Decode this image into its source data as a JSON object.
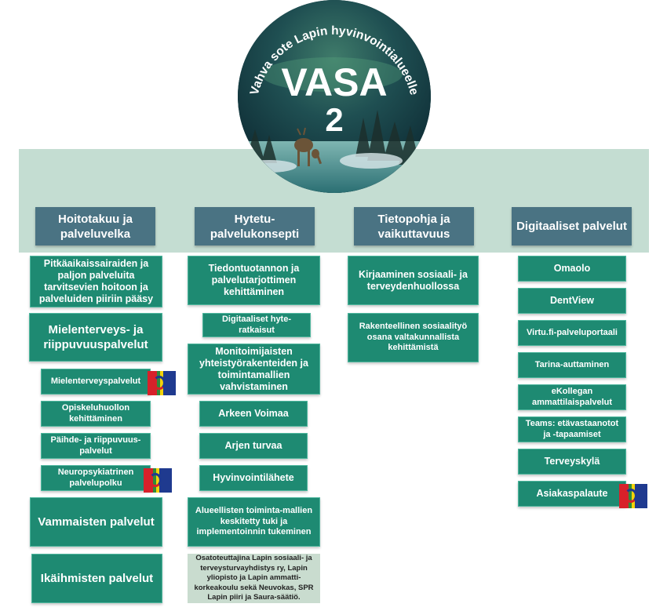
{
  "logo": {
    "arc_text": "Vahva sote Lapin hyvinvointialueelle",
    "title": "VASA",
    "number": "2"
  },
  "columns": [
    {
      "header": "Hoitotakuu ja palveluvelka",
      "items": [
        "Pitkäaikaissairaiden ja paljon palveluita tarvitsevien hoitoon ja palveluiden piiriin pääsy",
        "Mielenterveys- ja riippuvuuspalvelut",
        "Mielenterveyspalvelut",
        "Opiskeluhuollon kehittäminen",
        "Päihde- ja riippuvuus-palvelut",
        "Neuropsykiatrinen palvelupolku",
        "Vammaisten palvelut",
        "Ikäihmisten palvelut"
      ]
    },
    {
      "header": "Hytetu-palvelukonsepti",
      "items": [
        "Tiedontuotannon ja palvelutarjottimen kehittäminen",
        "Digitaaliset hyte-ratkaisut",
        "Monitoimijaisten yhteistyörakenteiden ja toimintamallien vahvistaminen",
        "Arkeen Voimaa",
        "Arjen turvaa",
        "Hyvinvointilähete",
        "Alueellisten toiminta-mallien keskitetty tuki ja implementoinnin tukeminen"
      ],
      "note": "Osatoteuttajina Lapin sosiaali- ja terveysturvayhdistys ry, Lapin yliopisto ja Lapin ammatti-korkeakoulu sekä Neuvokas, SPR Lapin piiri ja Saura-säätiö."
    },
    {
      "header": "Tietopohja ja vaikuttavuus",
      "items": [
        "Kirjaaminen sosiaali- ja terveydenhuollossa",
        "Rakenteellinen sosiaalityö osana valtakunnallista kehittämistä"
      ]
    },
    {
      "header": "Digitaaliset palvelut",
      "items": [
        "Omaolo",
        "DentView",
        "Virtu.fi-palveluportaali",
        "Tarina-auttaminen",
        "eKollegan ammattilaispalvelut",
        "Teams: etävastaanotot ja -tapaamiset",
        "Terveyskylä",
        "Asiakaspalaute"
      ]
    }
  ],
  "colors": {
    "band": "#c4ddd2",
    "header": "#4a7383",
    "box": "#1e8a72",
    "note": "#c9dccf"
  }
}
